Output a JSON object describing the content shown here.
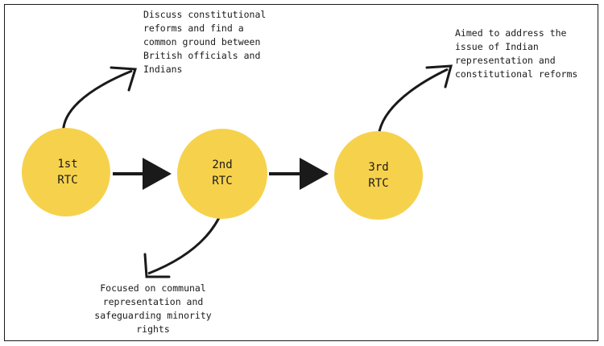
{
  "nodes": [
    {
      "id": "rtc1",
      "lines": [
        "1st",
        "RTC"
      ]
    },
    {
      "id": "rtc2",
      "lines": [
        "2nd",
        "RTC"
      ]
    },
    {
      "id": "rtc3",
      "lines": [
        "3rd",
        "RTC"
      ]
    }
  ],
  "notes": {
    "rtc1": "Discuss constitutional\nreforms and find a\ncommon ground between\nBritish officials and\nIndians",
    "rtc2": "Focused on communal\nrepresentation and\nsafeguarding minority\nrights",
    "rtc3": "Aimed to address the\nissue of Indian\nrepresentation and\nconstitutional reforms"
  },
  "colors": {
    "node_fill": "#F6D24C",
    "stroke": "#1a1a1a"
  }
}
